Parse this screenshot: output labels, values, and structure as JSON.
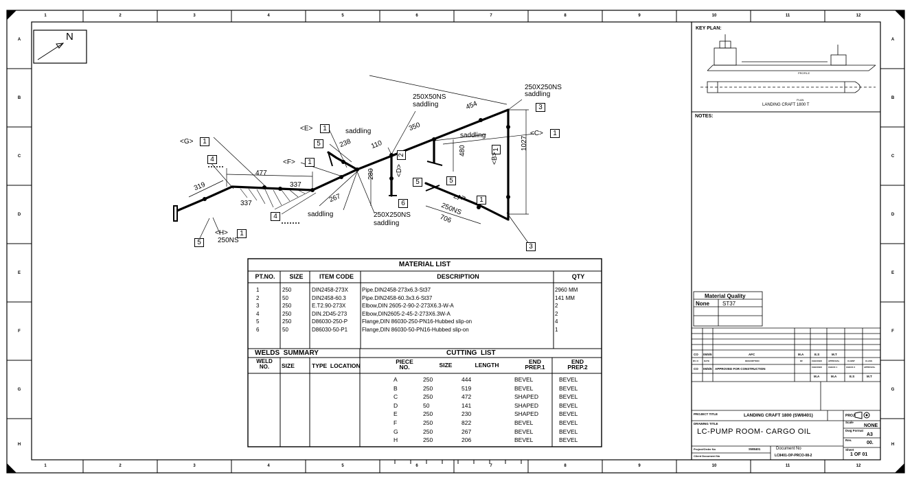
{
  "border": {
    "cols": [
      "1",
      "2",
      "3",
      "4",
      "5",
      "6",
      "7",
      "8",
      "9",
      "10",
      "11",
      "12"
    ],
    "rows": [
      "A",
      "B",
      "C",
      "D",
      "E",
      "F",
      "G",
      "H"
    ]
  },
  "north_label": "N",
  "key_plan": {
    "title": "KEY PLAN:",
    "profile": "PROFILE",
    "plan": "PLAN",
    "vessel": "LANDING CRAFT 1800 T"
  },
  "notes_title": "NOTES:",
  "material_quality": {
    "title": "Material Quality",
    "col1": "None",
    "col2": "ST37"
  },
  "labels": {
    "l250x50": "250X50NS",
    "saddling1": "saddling",
    "l250x250a": "250X250NS",
    "saddling2": "saddling",
    "d454": "454",
    "n3a": "3",
    "E": "<E>",
    "n1e": "1",
    "saddling3": "saddling",
    "d350": "350",
    "saddling4": "saddling",
    "C": "<C>",
    "n1c": "1",
    "G": "<G>",
    "n1g": "1",
    "n5a": "5",
    "d238": "238",
    "d110": "110",
    "n1b": "1",
    "d1027": "1027",
    "F": "<F>",
    "n1f": "1",
    "n2": "2",
    "d480": "480",
    "B": "<B>",
    "n4a": "4",
    "d477": "477",
    "D": "<D>",
    "n5b": "5",
    "n5c": "5",
    "d319": "319",
    "d337a": "337",
    "d280": "280",
    "A": "<A>",
    "n1a": "1",
    "d337b": "337",
    "d267": "267",
    "n6": "6",
    "l250ns": "250NS",
    "n4b": "4",
    "saddling5": "saddling",
    "l250x250b": "250X250NS",
    "saddling6": "saddling",
    "d706": "706",
    "H": "<H>",
    "n1h": "1",
    "n5d": "5",
    "l250nsh": "250NS",
    "n3b": "3"
  },
  "material_list": {
    "title": "MATERIAL LIST",
    "headers": [
      "PT.NO.",
      "SIZE",
      "ITEM CODE",
      "DESCRIPTION",
      "QTY"
    ],
    "rows": [
      [
        "1",
        "250",
        "DIN2458-273X",
        "Pipe.DIN2458-273x6.3-St37",
        "2960 MM"
      ],
      [
        "2",
        "50",
        "DIN2458-60.3",
        "Pipe.DIN2458-60.3x3.6-St37",
        "141 MM"
      ],
      [
        "3",
        "250",
        "E.T2.90-273X",
        "Elbow,DIN 2605-2-90-2-273X6.3-W-A",
        "2"
      ],
      [
        "4",
        "250",
        "DIN.2D45-273",
        "Elbow,DIN2605-2-45-2-273X6.3W-A",
        "2"
      ],
      [
        "5",
        "250",
        "D86030-250-P",
        "Flange,DIN 86030-250-PN16-Hubbed slip-on",
        "4"
      ],
      [
        "6",
        "50",
        "D86030-50-P1",
        "Flange,DIN 86030-50-PN16-Hubbed slip-on",
        "1"
      ]
    ]
  },
  "welds": {
    "title": "WELDS  SUMMARY",
    "h_weld": "WELD\nNO.",
    "h_size": "SIZE",
    "h_type": "TYPE  LOCATION"
  },
  "cutting_list": {
    "title": "CUTTING  LIST",
    "headers": [
      "PIECE\nNO.",
      "SIZE",
      "LENGTH",
      "END\nPREP.1",
      "END\nPREP.2"
    ],
    "rows": [
      [
        "A",
        "250",
        "444",
        "BEVEL",
        "BEVEL"
      ],
      [
        "B",
        "250",
        "519",
        "BEVEL",
        "BEVEL"
      ],
      [
        "C",
        "250",
        "472",
        "SHAPED",
        "BEVEL"
      ],
      [
        "D",
        "50",
        "141",
        "SHAPED",
        "BEVEL"
      ],
      [
        "E",
        "250",
        "230",
        "SHAPED",
        "BEVEL"
      ],
      [
        "F",
        "250",
        "822",
        "BEVEL",
        "BEVEL"
      ],
      [
        "G",
        "250",
        "267",
        "BEVEL",
        "BEVEL"
      ],
      [
        "H",
        "250",
        "206",
        "BEVEL",
        "BEVEL"
      ]
    ]
  },
  "revisions": {
    "r1": {
      "no": "CO",
      "date": "05/5/5",
      "desc": "AFC",
      "a": "M.A",
      "b": "E.S",
      "c": "M.T"
    },
    "hdr": {
      "no": "RV. N",
      "date": "DATE",
      "desc": "DESCRIPTION",
      "a": "DF",
      "b": "CHECKED",
      "c": "APPROVAL",
      "d": "CLIENT",
      "e": "CLASS"
    },
    "r2": {
      "no": "CO",
      "date": "05/5/5",
      "desc": "APPROVED FOR CONSTRUCTION",
      "a": "CHECKED",
      "b": "CHECK 1",
      "c": "CHECK 2",
      "d": "APPROVAL"
    },
    "r3": {
      "a": "M.A",
      "b": "M.A",
      "c": "E.S",
      "d": "M.T"
    }
  },
  "title_block": {
    "project_title_lbl": "PROJECT TITLE",
    "project_title": "LANDING CRAFT 1800 (SW8401)",
    "proj_lbl": "PROJ",
    "drawing_title_lbl": "DRAWING TITLE",
    "scale_lbl": "Scale",
    "scale": "NONE",
    "drawing_title": "LC-PUMP ROOM- CARGO OIL",
    "dwg_format_lbl": "Dwg Format",
    "dwg_format": "A3",
    "rev_lbl": "Rev.",
    "rev": "00.",
    "project_order_lbl": "Project/Order No",
    "project_order": "SW8401",
    "document_no_lbl": "Document  No",
    "client_doc_lbl": "Client Document No",
    "document_no": "LC8401-OP-PRCO-08-2",
    "sheet_lbl": "Sheet",
    "sheet": "1  OF  01"
  }
}
